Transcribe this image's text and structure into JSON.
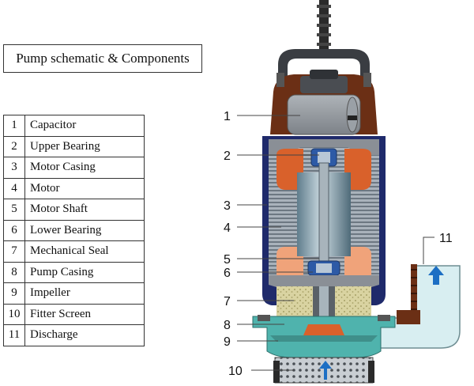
{
  "title": "Pump schematic & Components",
  "components": [
    {
      "num": "1",
      "name": "Capacitor"
    },
    {
      "num": "2",
      "name": "Upper Bearing"
    },
    {
      "num": "3",
      "name": "Motor Casing"
    },
    {
      "num": "4",
      "name": "Motor"
    },
    {
      "num": "5",
      "name": "Motor Shaft"
    },
    {
      "num": "6",
      "name": "Lower Bearing"
    },
    {
      "num": "7",
      "name": "Mechanical Seal"
    },
    {
      "num": "8",
      "name": "Pump Casing"
    },
    {
      "num": "9",
      "name": "Impeller"
    },
    {
      "num": "10",
      "name": "Fitter Screen"
    },
    {
      "num": "11",
      "name": "Discharge"
    }
  ],
  "colors": {
    "casing": "#1f2a6b",
    "motor_housing": "#8a8f96",
    "top_cover": "#6b2f15",
    "winding": "#d9612b",
    "rotor": "#7f9aa8",
    "seal": "#d9d3a1",
    "pump_casing": "#4fb3ad",
    "discharge": "#d8eef1",
    "arrow": "#1d6fc4"
  }
}
